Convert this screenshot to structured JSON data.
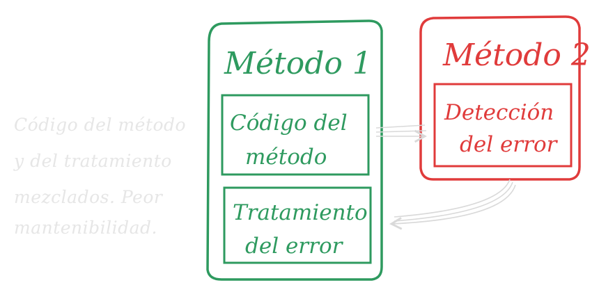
{
  "colors": {
    "method1": "#2e9a5f",
    "method2": "#e03b3b",
    "note": "#e6e6e6",
    "arrow": "#d9d9d9"
  },
  "note": {
    "lines": [
      "Código del método",
      "y del tratamiento",
      "mezclados. Peor",
      "mantenibilidad."
    ]
  },
  "method1": {
    "title": "Método 1",
    "code_box": [
      "Código del",
      "método"
    ],
    "error_box": [
      "Tratamiento",
      "del error"
    ]
  },
  "method2": {
    "title": "Método 2",
    "detect_box": [
      "Detección",
      "del error"
    ]
  }
}
